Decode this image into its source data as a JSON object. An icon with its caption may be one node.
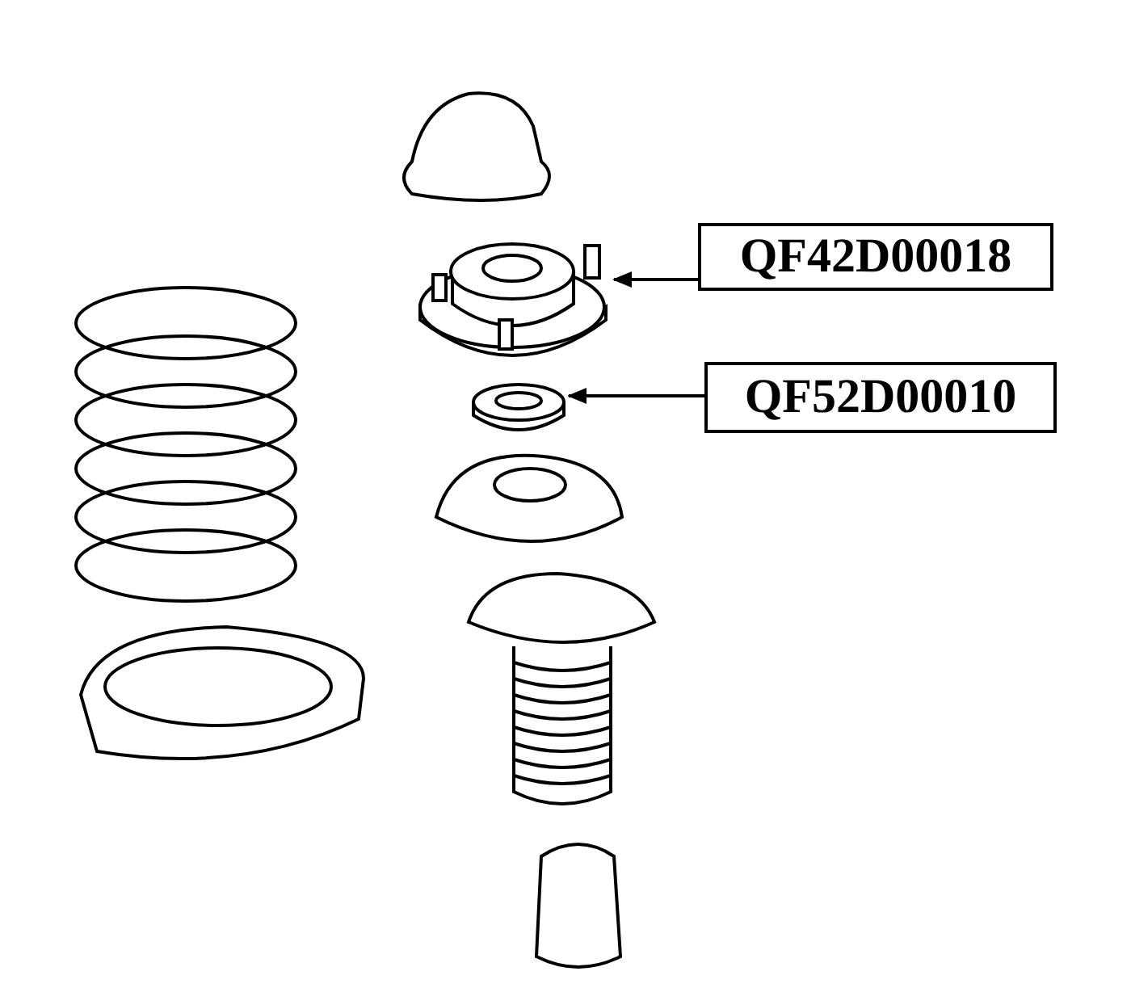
{
  "diagram": {
    "nodes": [
      {
        "text": [
          "QF42D00018"
        ]
      },
      {
        "text": [],
        "shape": "picture"
      },
      {
        "text": [
          "QF52D00010"
        ]
      },
      {
        "text": [],
        "shape": "picture"
      }
    ],
    "edges": [
      {
        "from": 0,
        "to": 1,
        "arrow": "to"
      },
      {
        "from": 2,
        "to": 3,
        "arrow": "to"
      }
    ]
  }
}
